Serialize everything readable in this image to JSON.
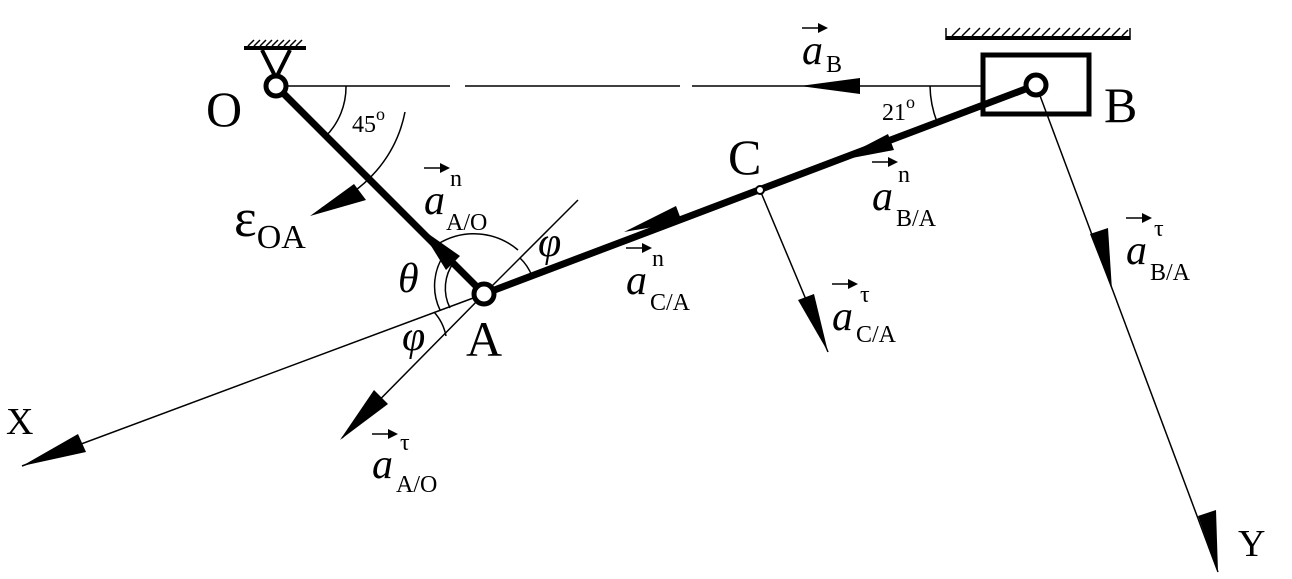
{
  "points": {
    "O": "O",
    "A": "A",
    "B": "B",
    "C": "C"
  },
  "axes": {
    "x": "X",
    "y": "Y"
  },
  "angles": {
    "at_O": "45",
    "at_B": "21",
    "theta": "θ",
    "phi": "φ",
    "degree": "o"
  },
  "epsilon": {
    "symbol": "ε",
    "sub": "OA"
  },
  "vectors": {
    "a_B": {
      "symbol": "a",
      "sup": "",
      "sub": "B"
    },
    "a_n_AO": {
      "symbol": "a",
      "sup": "n",
      "sub": "A/O"
    },
    "a_t_AO": {
      "symbol": "a",
      "sup": "τ",
      "sub": "A/O"
    },
    "a_n_BA": {
      "symbol": "a",
      "sup": "n",
      "sub": "B/A"
    },
    "a_t_BA": {
      "symbol": "a",
      "sup": "τ",
      "sub": "B/A"
    },
    "a_n_CA": {
      "symbol": "a",
      "sup": "n",
      "sub": "C/A"
    },
    "a_t_CA": {
      "symbol": "a",
      "sup": "τ",
      "sub": "C/A"
    }
  }
}
